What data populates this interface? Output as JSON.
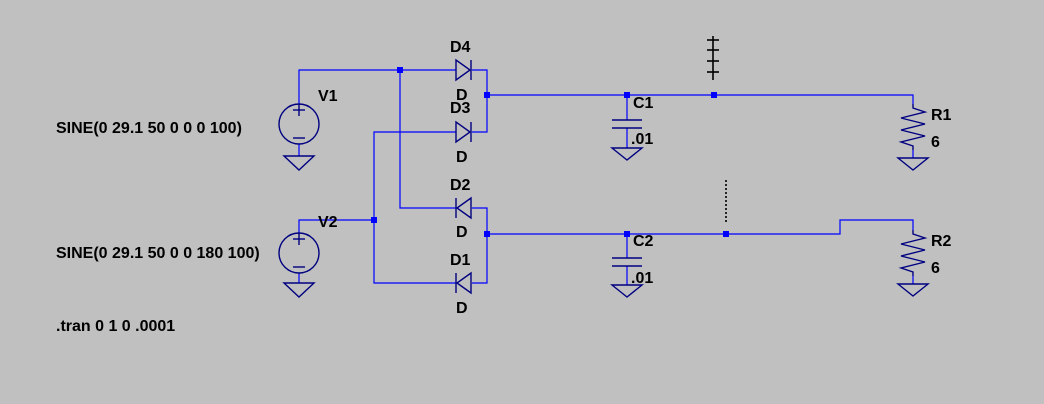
{
  "sources": [
    {
      "name": "V1",
      "value": "SINE(0 29.1 50 0 0 0 100)"
    },
    {
      "name": "V2",
      "value": "SINE(0 29.1 50 0 0 180 100)"
    }
  ],
  "diodes": [
    {
      "name": "D4",
      "model": "D"
    },
    {
      "name": "D3",
      "model": "D"
    },
    {
      "name": "D2",
      "model": "D"
    },
    {
      "name": "D1",
      "model": "D"
    }
  ],
  "capacitors": [
    {
      "name": "C1",
      "value": ".01"
    },
    {
      "name": "C2",
      "value": ".01"
    }
  ],
  "resistors": [
    {
      "name": "R1",
      "value": "6"
    },
    {
      "name": "R2",
      "value": "6"
    }
  ],
  "directive": ".tran 0 1 0 .0001",
  "colors": {
    "background": "#c0c0c0",
    "wire": "#0000ff",
    "component": "#000080",
    "text": "#000000"
  }
}
